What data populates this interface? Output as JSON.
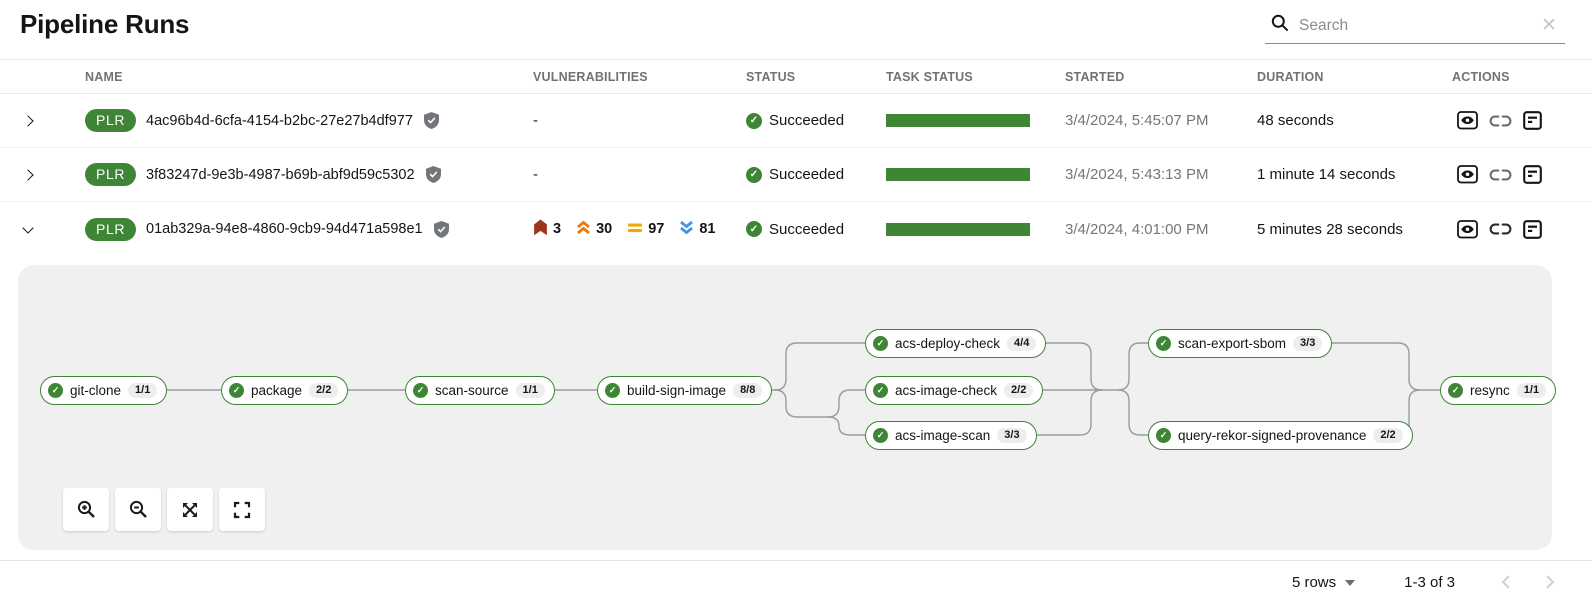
{
  "page_title": "Pipeline Runs",
  "search": {
    "placeholder": "Search"
  },
  "table": {
    "headers": {
      "name": "NAME",
      "vulnerabilities": "VULNERABILITIES",
      "status": "STATUS",
      "task_status": "TASK STATUS",
      "started": "STARTED",
      "duration": "DURATION",
      "actions": "ACTIONS"
    },
    "rows": [
      {
        "badge": "PLR",
        "name": "4ac96b4d-6cfa-4154-b2bc-27e27b4df977",
        "vulnerabilities": "-",
        "status": "Succeeded",
        "started": "3/4/2024, 5:45:07 PM",
        "duration": "48 seconds"
      },
      {
        "badge": "PLR",
        "name": "3f83247d-9e3b-4987-b69b-abf9d59c5302",
        "vulnerabilities": "-",
        "status": "Succeeded",
        "started": "3/4/2024, 5:43:13 PM",
        "duration": "1 minute 14 seconds"
      },
      {
        "badge": "PLR",
        "name": "01ab329a-94e8-4860-9cb9-94d471a598e1",
        "vulnerabilities": {
          "critical": "3",
          "high": "30",
          "medium": "97",
          "low": "81"
        },
        "status": "Succeeded",
        "started": "3/4/2024, 4:01:00 PM",
        "duration": "5 minutes 28 seconds"
      }
    ]
  },
  "graph": {
    "tasks": [
      {
        "label": "git-clone",
        "count": "1/1",
        "status": "Succeeded"
      },
      {
        "label": "package",
        "count": "2/2",
        "status": "Succeeded"
      },
      {
        "label": "scan-source",
        "count": "1/1",
        "status": "Succeeded"
      },
      {
        "label": "build-sign-image",
        "count": "8/8",
        "status": "Succeeded"
      },
      {
        "label": "acs-deploy-check",
        "count": "4/4",
        "status": "Succeeded"
      },
      {
        "label": "acs-image-check",
        "count": "2/2",
        "status": "Succeeded"
      },
      {
        "label": "acs-image-scan",
        "count": "3/3",
        "status": "Succeeded"
      },
      {
        "label": "scan-export-sbom",
        "count": "3/3",
        "status": "Succeeded"
      },
      {
        "label": "query-rekor-signed-provenance",
        "count": "2/2",
        "status": "Succeeded"
      },
      {
        "label": "resync",
        "count": "1/1",
        "status": "Succeeded"
      }
    ]
  },
  "footer": {
    "per_page": "5 rows",
    "range": "1-3 of 3"
  },
  "icons": {
    "search": "magnifier",
    "clear": "x",
    "expand_row": "chevron",
    "verified": "shield-check",
    "severity_critical": "filled-banner-up",
    "severity_high": "double-chevron-up",
    "severity_medium": "equals-bars",
    "severity_low": "double-chevron-down",
    "action_view": "eye-in-box",
    "action_link": "chain-link",
    "action_logs": "log-document",
    "graph_zoom_in": "magnifier-plus",
    "graph_zoom_out": "magnifier-minus",
    "graph_fit": "expand-arrows",
    "graph_reset": "fullscreen-brackets",
    "pagination_prev": "chevron-left",
    "pagination_next": "chevron-right"
  },
  "colors": {
    "success_green": "#3E8635",
    "critical": "#A0341B",
    "high": "#EC7A08",
    "medium": "#F0AB00",
    "low": "#4394E5",
    "graph_background": "#F0F0F0"
  }
}
